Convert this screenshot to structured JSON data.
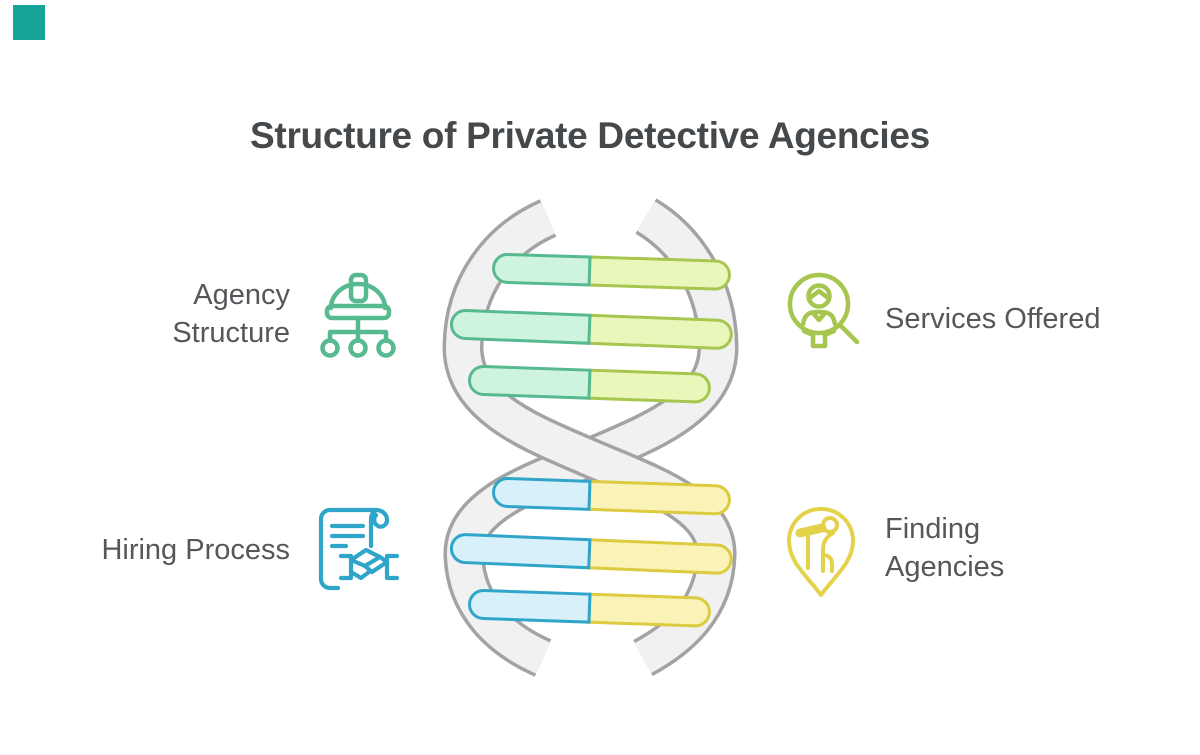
{
  "title": "Structure of Private Detective Agencies",
  "nodes": {
    "agency_structure": {
      "label": "Agency\nStructure",
      "icon": "hard-hat-org-chart-icon",
      "color": "#57b98f",
      "position": "top-left"
    },
    "services_offered": {
      "label": "Services Offered",
      "icon": "person-search-magnifier-icon",
      "color": "#a6c64f",
      "position": "top-right"
    },
    "hiring_process": {
      "label": "Hiring Process",
      "icon": "contract-handshake-icon",
      "color": "#2fa5c9",
      "position": "bottom-left"
    },
    "finding_agencies": {
      "label": "Finding\nAgencies",
      "icon": "person-telescope-map-pin-icon",
      "color": "#e4d24a",
      "position": "bottom-right"
    }
  },
  "helix": {
    "type": "dna-double-helix",
    "top_lobe_rungs": 3,
    "bottom_lobe_rungs": 3,
    "top_rung_halves": [
      "mint-green",
      "lime-green"
    ],
    "bottom_rung_halves": [
      "light-blue",
      "yellow"
    ]
  },
  "colors": {
    "brand": "#17a39a",
    "green": "#57b98f",
    "lime": "#a6c64f",
    "blue": "#2fa5c9",
    "yellow": "#e4d24a",
    "yellow2": "#dcca3f",
    "mint-fill": "#cef3df",
    "lime-fill": "#eaf7bb",
    "blue-fill": "#d7f0fa",
    "yellow-fill": "#fbf2b8",
    "ribbon-fill": "#f1f1f1",
    "ribbon-stroke": "#a3a3a3",
    "title-color": "#45494c",
    "label-color": "#54585b"
  }
}
